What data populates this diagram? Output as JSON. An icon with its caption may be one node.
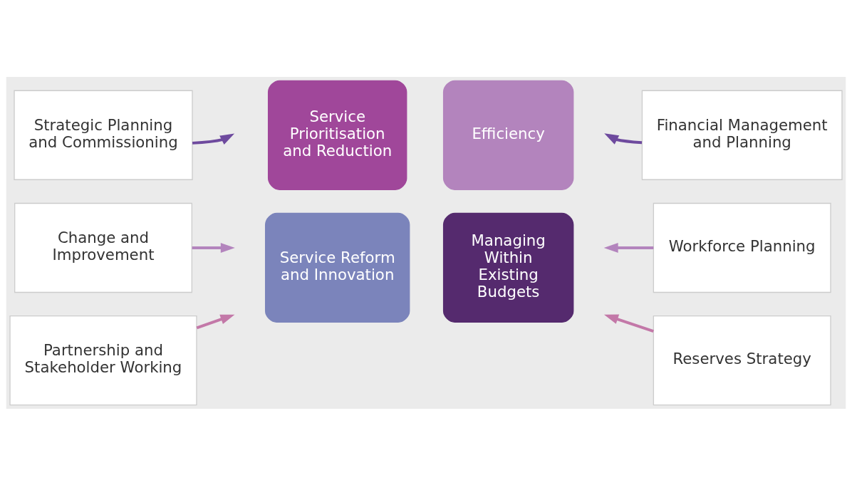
{
  "diagram": {
    "nodes": [
      {
        "text": [
          "Strategic Planning and Commissioning"
        ]
      },
      {
        "text": [
          "Change and Improvement"
        ]
      },
      {
        "text": [
          "Partnership and Stakeholder Working"
        ]
      },
      {
        "text": [
          "Service Prioritisation and Reduction"
        ]
      },
      {
        "text": [
          "Efficiency"
        ]
      },
      {
        "text": [
          "Service Reform and Innovation"
        ]
      },
      {
        "text": [
          "Managing Within Existing Budgets"
        ]
      },
      {
        "text": [
          "Financial Management and Planning"
        ]
      },
      {
        "text": [
          "Workforce Planning"
        ]
      },
      {
        "text": [
          "Reserves Strategy"
        ]
      }
    ],
    "edges": [
      {
        "from": 0,
        "to": null,
        "arrow": "to",
        "color": "#6e4a9e"
      },
      {
        "from": 1,
        "to": null,
        "arrow": "to",
        "color": "#b384bd"
      },
      {
        "from": 2,
        "to": null,
        "arrow": "to",
        "color": "#c378a8"
      },
      {
        "from": 7,
        "to": null,
        "arrow": "to",
        "color": "#6e4a9e"
      },
      {
        "from": 8,
        "to": null,
        "arrow": "to",
        "color": "#b384bd"
      },
      {
        "from": 9,
        "to": null,
        "arrow": "to",
        "color": "#c378a8"
      }
    ]
  }
}
